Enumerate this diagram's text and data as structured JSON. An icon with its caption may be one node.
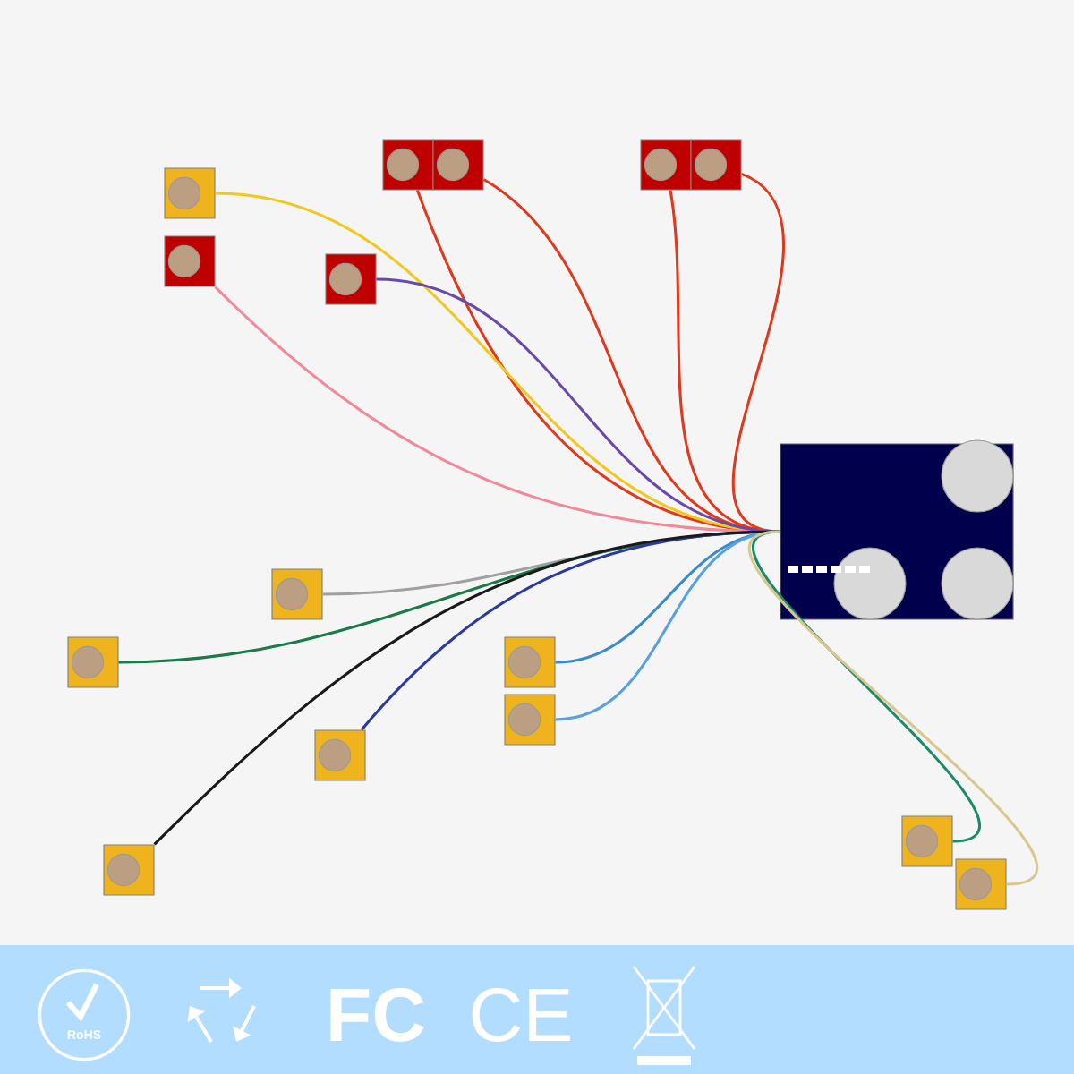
{
  "diagram": {
    "nodes": [
      {
        "text": [],
        "shape": "box"
      },
      {
        "text": [],
        "shape": "box"
      },
      {
        "text": [],
        "shape": "box"
      },
      {
        "text": [],
        "shape": "box"
      },
      {
        "text": [],
        "shape": "box"
      },
      {
        "text": [],
        "shape": "box"
      },
      {
        "text": [],
        "shape": "box"
      },
      {
        "text": [],
        "shape": "board"
      },
      {
        "text": [],
        "shape": "box"
      },
      {
        "text": [],
        "shape": "box"
      },
      {
        "text": [],
        "shape": "box"
      },
      {
        "text": [],
        "shape": "box"
      },
      {
        "text": [],
        "shape": "box"
      },
      {
        "text": [],
        "shape": "box"
      },
      {
        "text": [],
        "shape": "box"
      },
      {
        "text": [],
        "shape": "box"
      }
    ],
    "edges": [
      {
        "from": 0,
        "to": 7,
        "arrow": "none",
        "color": "#e03a1e"
      },
      {
        "from": 1,
        "to": 7,
        "arrow": "none",
        "color": "#e03a1e"
      },
      {
        "from": 2,
        "to": 7,
        "arrow": "none",
        "color": "#e03a1e"
      },
      {
        "from": 3,
        "to": 7,
        "arrow": "none",
        "color": "#e03a1e"
      },
      {
        "from": 4,
        "to": 7,
        "arrow": "none",
        "color": "#f0c820"
      },
      {
        "from": 5,
        "to": 7,
        "arrow": "none",
        "color": "#f08a9a"
      },
      {
        "from": 6,
        "to": 7,
        "arrow": "none",
        "color": "#6a4aa8"
      },
      {
        "from": 8,
        "to": 7,
        "arrow": "none",
        "color": "#a0a0a0"
      },
      {
        "from": 9,
        "to": 7,
        "arrow": "none",
        "color": "#1a7a4a"
      },
      {
        "from": 10,
        "to": 7,
        "arrow": "none",
        "color": "#3a8ad0"
      },
      {
        "from": 11,
        "to": 7,
        "arrow": "none",
        "color": "#5aa0e0"
      },
      {
        "from": 12,
        "to": 7,
        "arrow": "none",
        "color": "#2a3aa0"
      },
      {
        "from": 13,
        "to": 7,
        "arrow": "none",
        "color": "#1a1a1a"
      },
      {
        "from": 14,
        "to": 7,
        "arrow": "none",
        "color": "#1a8a6a"
      },
      {
        "from": 15,
        "to": 7,
        "arrow": "none",
        "color": "#d8c890"
      }
    ],
    "labels": [
      "RoHS",
      "FC",
      "CE"
    ]
  }
}
